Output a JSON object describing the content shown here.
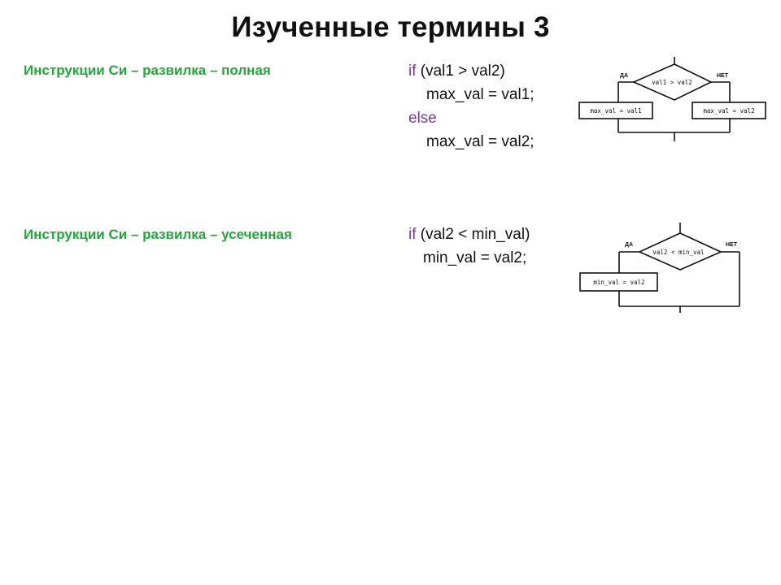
{
  "slide": {
    "title": "Изученные термины 3"
  },
  "full_branch": {
    "heading": "Инструкции Си – развилка – полная",
    "code": {
      "if_kw": "if",
      "if_cond": " (val1 > val2)",
      "then_stmt": "max_val = val1;",
      "else_kw": "else",
      "else_stmt": "max_val = val2;"
    },
    "flowchart": {
      "condition": "val1 > val2",
      "yes_label": "ДА",
      "no_label": "НЕТ",
      "yes_action": "max_val = val1",
      "no_action": "max_val = val2"
    }
  },
  "short_branch": {
    "heading": "Инструкции Си – развилка – усеченная",
    "code": {
      "if_kw": "if",
      "if_cond": " (val2 < min_val)",
      "then_stmt": "min_val = val2;"
    },
    "flowchart": {
      "condition": "val2 < min_val",
      "yes_label": "ДА",
      "no_label": "НЕТ",
      "yes_action": "min_val = val2"
    }
  }
}
